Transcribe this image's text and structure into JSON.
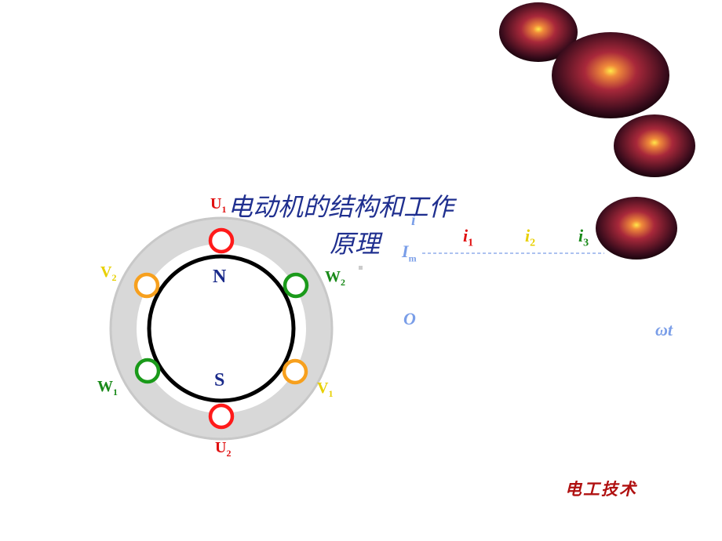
{
  "title": {
    "line1": "电动机的结构和工作",
    "line2": "原理"
  },
  "stator": {
    "poles": {
      "north": "N",
      "south": "S"
    },
    "coils": [
      {
        "id": "U1",
        "letter": "U",
        "sub": "1",
        "color": "#ff1a1a"
      },
      {
        "id": "U2",
        "letter": "U",
        "sub": "2",
        "color": "#ff1a1a"
      },
      {
        "id": "V1",
        "letter": "V",
        "sub": "1",
        "color": "#f7a01e"
      },
      {
        "id": "V2",
        "letter": "V",
        "sub": "2",
        "color": "#f7a01e"
      },
      {
        "id": "W1",
        "letter": "W",
        "sub": "1",
        "color": "#1a9a1a"
      },
      {
        "id": "W2",
        "letter": "W",
        "sub": "2",
        "color": "#1a9a1a"
      }
    ],
    "label_colors": {
      "U": "#e01010",
      "V": "#e8d000",
      "W": "#1a8a1a"
    }
  },
  "graph": {
    "y_axis_symbol": "i",
    "amplitude": {
      "letter": "I",
      "sub": "m"
    },
    "origin": "O",
    "x_axis": "ωt",
    "currents": [
      {
        "letter": "i",
        "sub": "1",
        "color": "#e01010"
      },
      {
        "letter": "i",
        "sub": "2",
        "color": "#e8d000"
      },
      {
        "letter": "i",
        "sub": "3",
        "color": "#1a8a1a"
      }
    ],
    "axis_color": "#7a9ee8"
  },
  "footer": {
    "text": "电工技术"
  }
}
